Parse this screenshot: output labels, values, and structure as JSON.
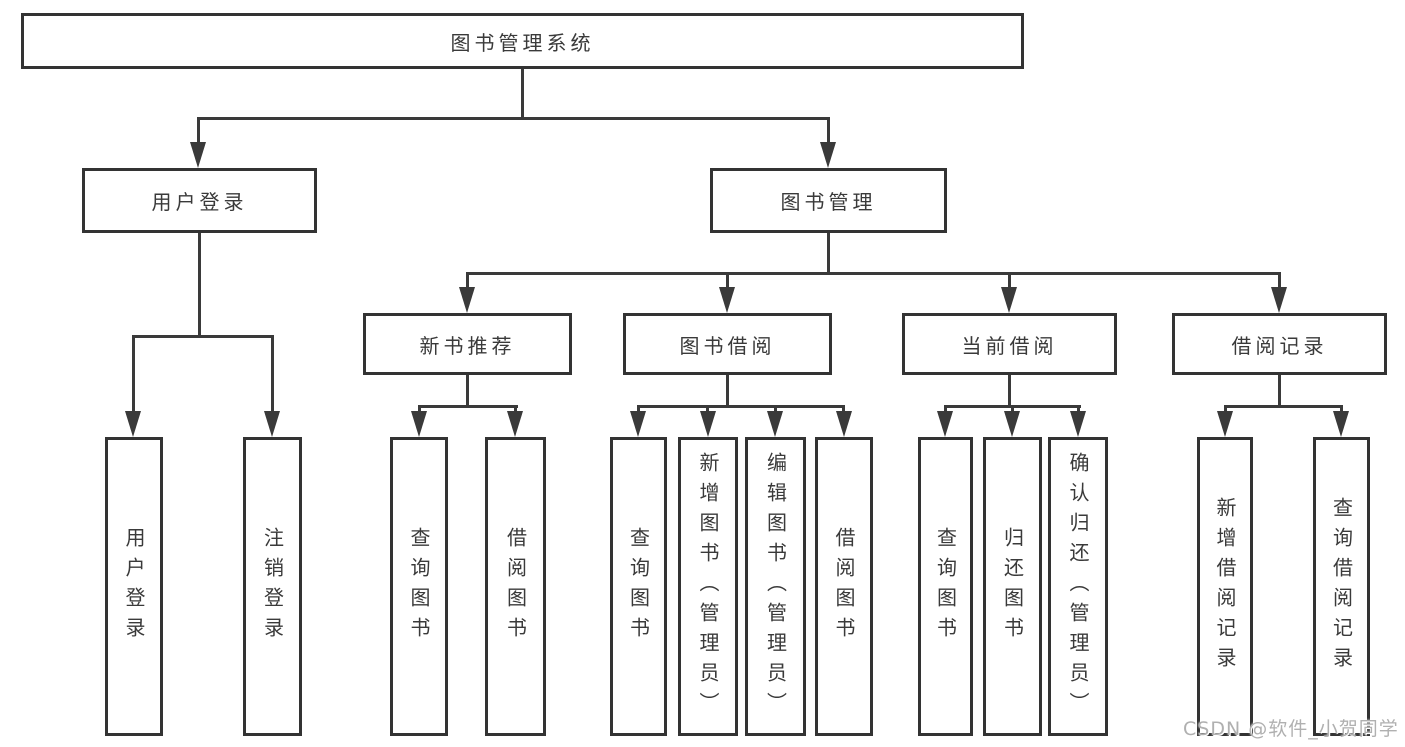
{
  "diagram": {
    "root": {
      "label": "图书管理系统"
    },
    "level2": [
      {
        "label": "用户登录"
      },
      {
        "label": "图书管理"
      }
    ],
    "level3": [
      {
        "label": "新书推荐"
      },
      {
        "label": "图书借阅"
      },
      {
        "label": "当前借阅"
      },
      {
        "label": "借阅记录"
      }
    ],
    "leaves": {
      "user_login": [
        {
          "label": "用户登录"
        },
        {
          "label": "注销登录"
        }
      ],
      "new_book": [
        {
          "label": "查询图书"
        },
        {
          "label": "借阅图书"
        }
      ],
      "book_borrow": [
        {
          "label": "查询图书"
        },
        {
          "label": "新增图书（管理员）"
        },
        {
          "label": "编辑图书（管理员）"
        },
        {
          "label": "借阅图书"
        }
      ],
      "current_borrow": [
        {
          "label": "查询图书"
        },
        {
          "label": "归还图书"
        },
        {
          "label": "确认归还（管理员）"
        }
      ],
      "borrow_record": [
        {
          "label": "新增借阅记录"
        },
        {
          "label": "查询借阅记录"
        }
      ]
    },
    "colors": {
      "line": "#3a3a3a",
      "box_border": "#333333",
      "box_fill": "#ffffff",
      "text": "#3a3a3a",
      "watermark": "#b0b0b0"
    }
  },
  "watermark": {
    "text": "CSDN @软件_小贺同学"
  }
}
